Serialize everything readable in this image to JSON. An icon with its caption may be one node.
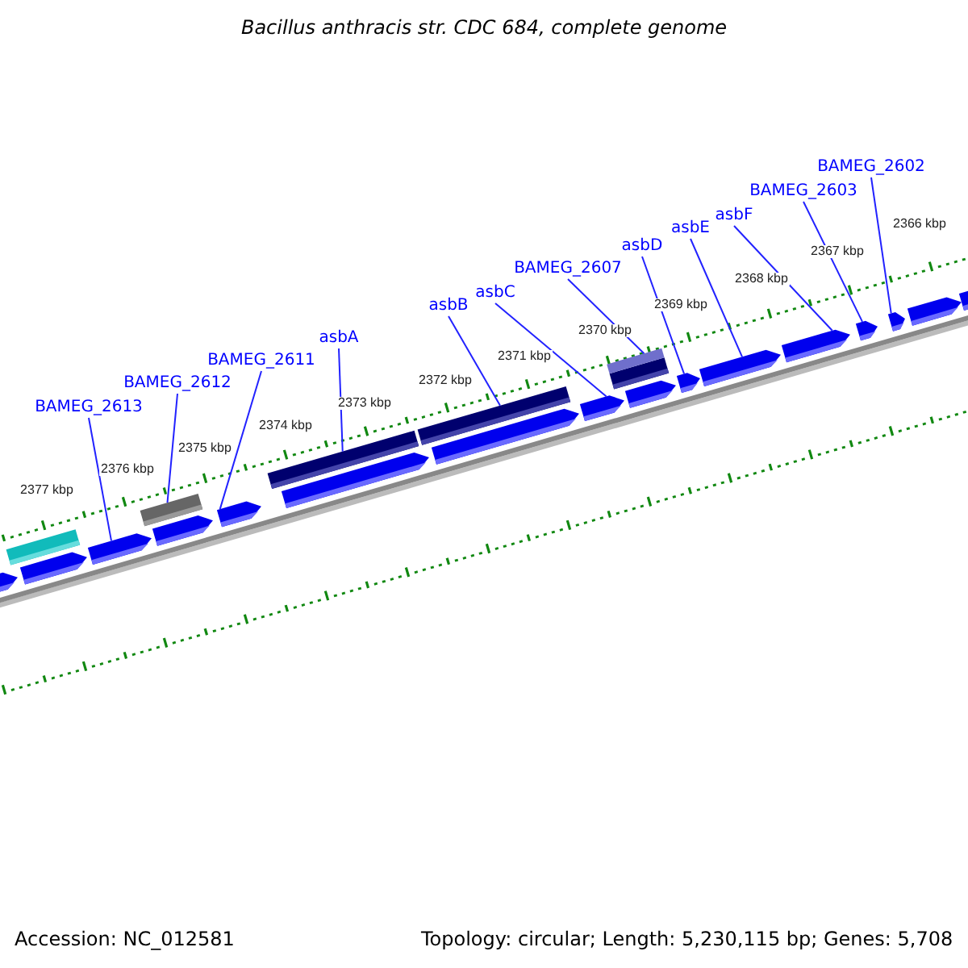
{
  "diagram": {
    "title": "Bacillus anthracis str. CDC 684, complete genome",
    "nodes": [
      {
        "text": [
          "BAMEG_2613"
        ]
      },
      {
        "text": [
          "BAMEG_2612"
        ]
      },
      {
        "text": [
          "BAMEG_2611"
        ]
      },
      {
        "text": [
          "asbA"
        ]
      },
      {
        "text": [
          "asbB"
        ]
      },
      {
        "text": [
          "asbC"
        ]
      },
      {
        "text": [
          "BAMEG_2607"
        ]
      },
      {
        "text": [
          "asbD"
        ]
      },
      {
        "text": [
          "asbE"
        ]
      },
      {
        "text": [
          "asbF"
        ]
      },
      {
        "text": [
          "BAMEG_2603"
        ]
      },
      {
        "text": [
          "BAMEG_2602"
        ]
      },
      {
        "text": [],
        "shape": "bar"
      },
      {
        "text": [],
        "shape": "bar"
      },
      {
        "text": [],
        "shape": "bar"
      },
      {
        "text": [],
        "shape": "bar"
      },
      {
        "text": [],
        "shape": "bar"
      },
      {
        "text": [],
        "shape": "bar"
      },
      {
        "text": [],
        "shape": "bar"
      },
      {
        "text": [],
        "shape": "bar"
      },
      {
        "text": [],
        "shape": "bar"
      },
      {
        "text": [],
        "shape": "bar"
      },
      {
        "text": [],
        "shape": "bar"
      },
      {
        "text": [],
        "shape": "bar"
      },
      {
        "text": [],
        "shape": "bar"
      },
      {
        "text": [],
        "shape": "bar"
      },
      {
        "text": [],
        "shape": "bar"
      },
      {
        "text": [],
        "shape": "bar"
      },
      {
        "text": [],
        "shape": "bar"
      },
      {
        "text": [],
        "shape": "bar"
      },
      {
        "text": [],
        "shape": "bar"
      },
      {
        "text": [],
        "shape": "bar"
      },
      {
        "text": [],
        "shape": "bar"
      }
    ],
    "edges": [
      {
        "from": 0,
        "to": 15,
        "arrow": "none"
      },
      {
        "from": 1,
        "to": 16,
        "arrow": "none"
      },
      {
        "from": 2,
        "to": 18,
        "arrow": "none"
      },
      {
        "from": 3,
        "to": 19,
        "arrow": "none"
      },
      {
        "from": 4,
        "to": 21,
        "arrow": "none"
      },
      {
        "from": 5,
        "to": 23,
        "arrow": "none"
      },
      {
        "from": 6,
        "to": 24,
        "arrow": "none"
      },
      {
        "from": 7,
        "to": 26,
        "arrow": "none"
      },
      {
        "from": 8,
        "to": 27,
        "arrow": "none"
      },
      {
        "from": 9,
        "to": 28,
        "arrow": "none"
      },
      {
        "from": 10,
        "to": 29,
        "arrow": "none"
      },
      {
        "from": 11,
        "to": 30,
        "arrow": "none"
      }
    ],
    "labels": [
      "2366 kbp",
      "2367 kbp",
      "2368 kbp",
      "2369 kbp",
      "2370 kbp",
      "2371 kbp",
      "2372 kbp",
      "2373 kbp",
      "2374 kbp",
      "2375 kbp",
      "2376 kbp",
      "2377 kbp",
      "Accession: NC_012581",
      "Topology: circular; Length: 5,230,115 bp; Genes: 5,708"
    ]
  }
}
